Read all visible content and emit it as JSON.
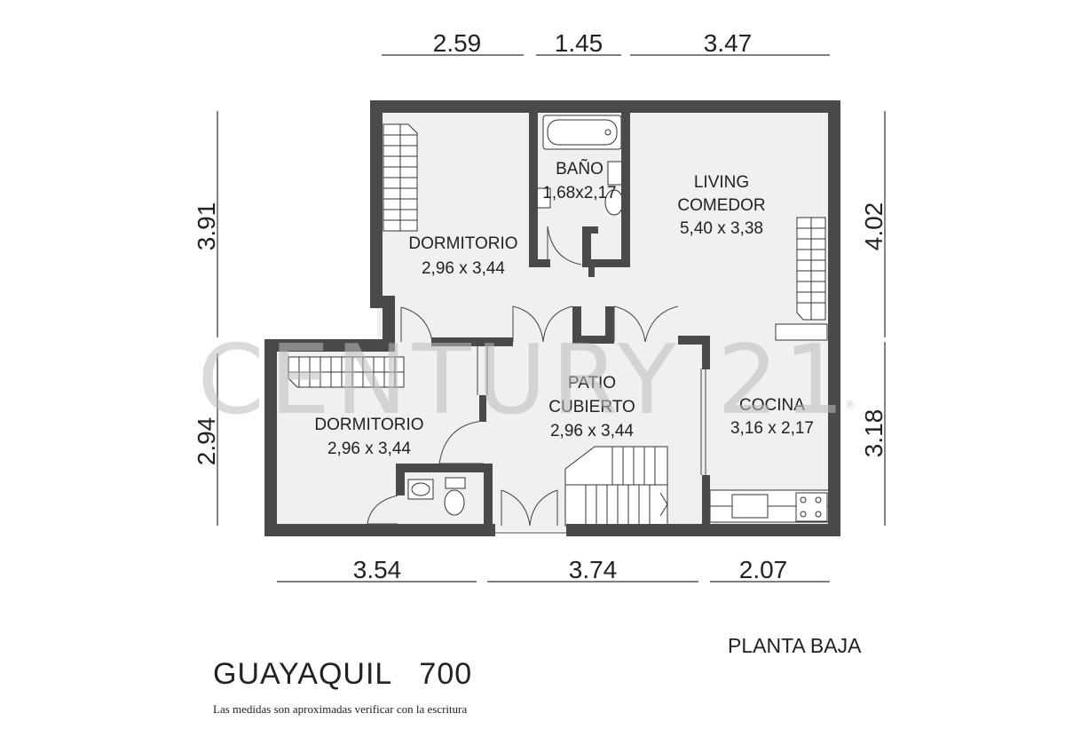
{
  "plan": {
    "title": "GUAYAQUIL   700",
    "level": "PLANTA BAJA",
    "note": "Las medidas son aproximadas verificar con la escritura",
    "watermark": "CENTURY 21",
    "watermark_mark": "®"
  },
  "dimensions": {
    "top": [
      "2.59",
      "1.45",
      "3.47"
    ],
    "bottom": [
      "3.54",
      "3.74",
      "2.07"
    ],
    "left": [
      "3.91",
      "2.94"
    ],
    "right": [
      "4.02",
      "3.18"
    ]
  },
  "rooms": {
    "dormitorio_1": {
      "name": "DORMITORIO",
      "size": "2,96 x 3,44"
    },
    "bano": {
      "name": "BAÑO",
      "size": "1,68x2,17"
    },
    "living": {
      "name_1": "LIVING",
      "name_2": "COMEDOR",
      "size": "5,40 x 3,38"
    },
    "dormitorio_2": {
      "name": "DORMITORIO",
      "size": "2,96 x 3,44"
    },
    "patio": {
      "name_1": "PATIO",
      "name_2": "CUBIERTO",
      "size": "2,96 x 3,44"
    },
    "cocina": {
      "name": "COCINA",
      "size": "3,16 x 2,17"
    }
  }
}
